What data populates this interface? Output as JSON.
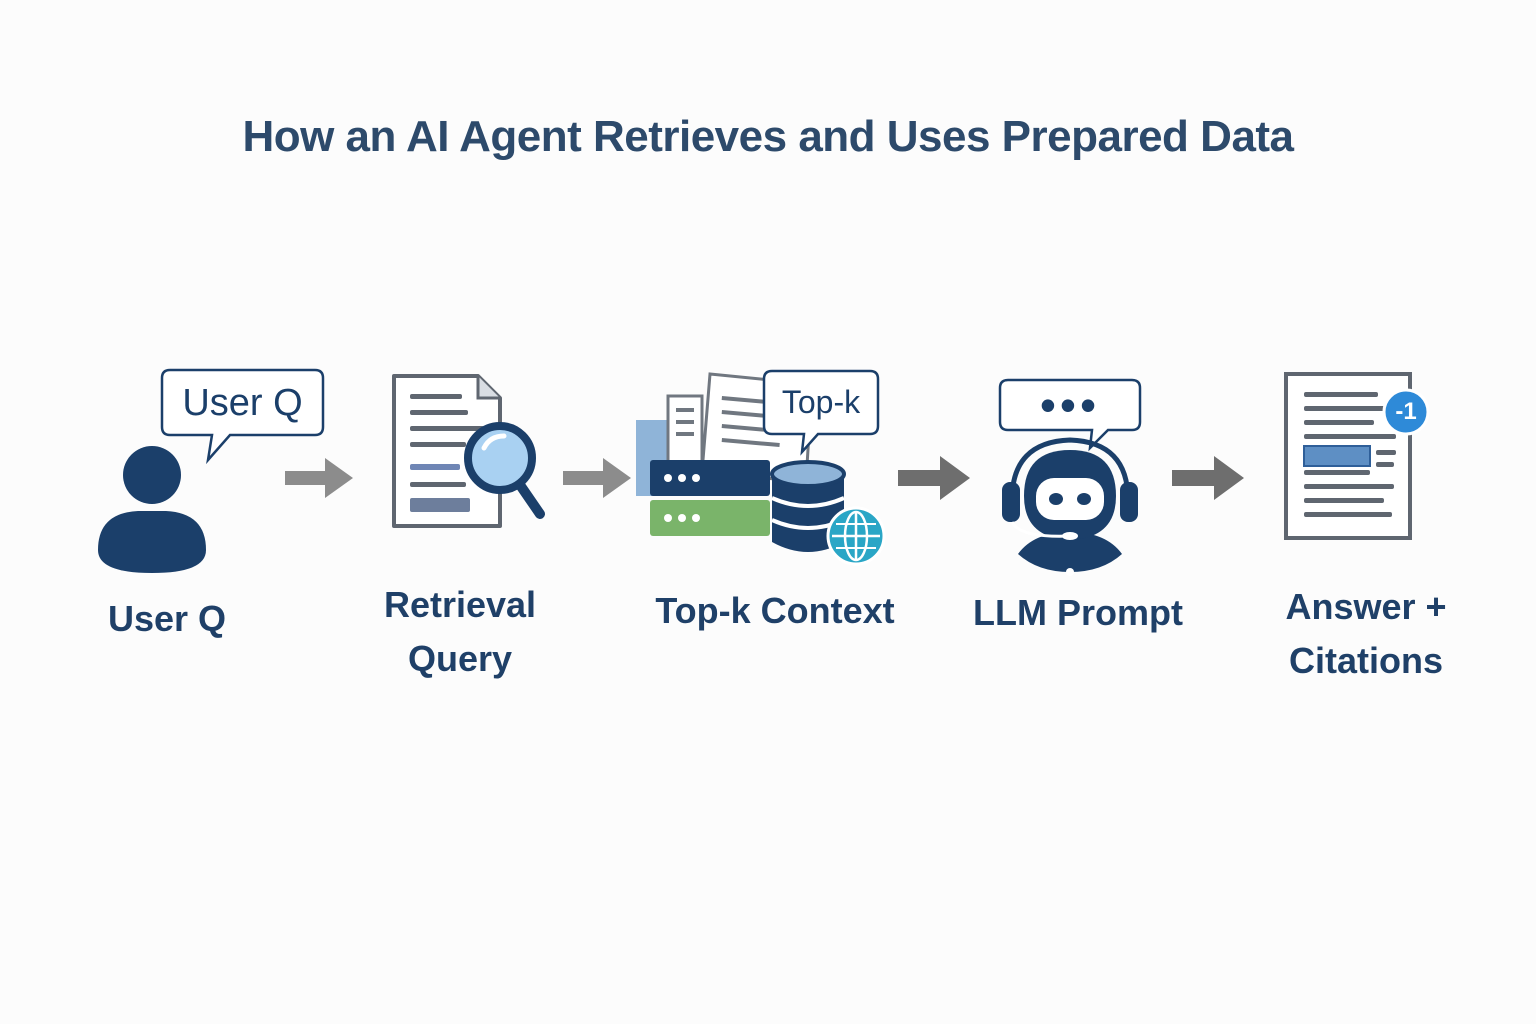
{
  "title": "How an AI Agent Retrieves and Uses Prepared Data",
  "colors": {
    "navy": "#1b3f6a",
    "title": "#2d4a6b",
    "green": "#7ab46a",
    "light_blue": "#8fb4d8",
    "accent_blue": "#2e8ad8",
    "gray_arrow": "#8a8a8a",
    "dark_arrow": "#6a6a6a"
  },
  "steps": [
    {
      "label_lines": [
        "User Q"
      ],
      "bubble": "User Q",
      "icon": "user-icon"
    },
    {
      "label_lines": [
        "Retrieval",
        "Query"
      ],
      "icon": "document-search-icon"
    },
    {
      "label_lines": [
        "Top-k Context"
      ],
      "bubble": "Top-k",
      "icon": "database-documents-icon"
    },
    {
      "label_lines": [
        "LLM Prompt"
      ],
      "bubble": "•••",
      "icon": "robot-headset-icon"
    },
    {
      "label_lines": [
        "Answer +",
        "Citations"
      ],
      "badge": "-1",
      "icon": "cited-document-icon"
    }
  ]
}
